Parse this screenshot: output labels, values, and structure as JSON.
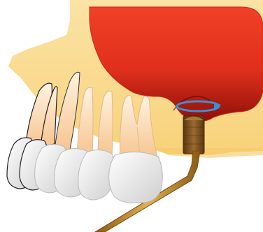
{
  "illustration": {
    "subject": "sinus-lift-dental-implant-cross-section",
    "labels": [],
    "parts": {
      "bone": "maxillary-bone",
      "sinus": "maxillary-sinus",
      "teeth": [
        "incisor",
        "lateral-incisor",
        "canine",
        "first-premolar",
        "second-premolar",
        "first-molar"
      ],
      "implant": "dental-implant",
      "instrument": "osteotome-drill-shaft",
      "rotation": "rotation-arrow-icon"
    }
  },
  "colors": {
    "bone": "#f8d27a",
    "bone_light": "#fbe3a6",
    "sinus_top": "#ee3a2a",
    "sinus_bottom": "#a2140c",
    "implant": "#7b4f1f",
    "instrument": "#c18a2c",
    "rotation_arrow": "#3a8fd6",
    "tooth_crown": "#f4f4f4",
    "tooth_root": "#fbd9b0"
  }
}
